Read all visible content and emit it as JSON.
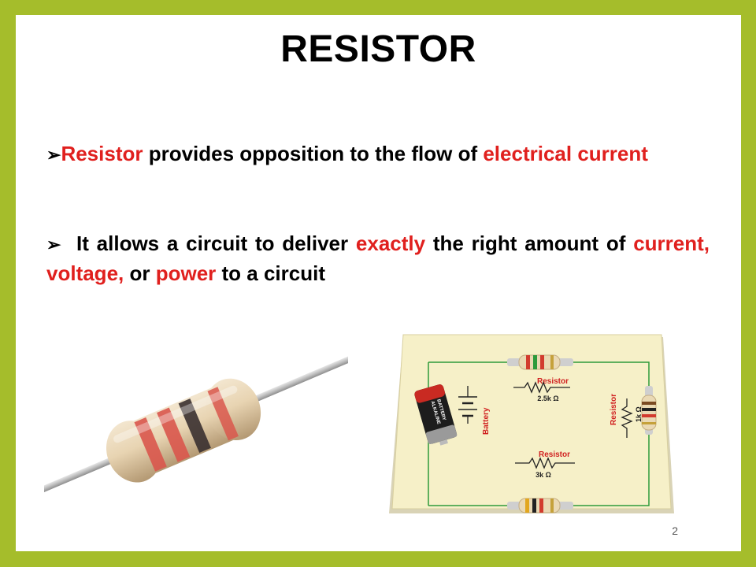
{
  "slide": {
    "title": "RESISTOR",
    "bullet1": {
      "marker": "➢",
      "parts": [
        "Resistor",
        " provides opposition to the flow of ",
        "electrical current"
      ]
    },
    "bullet2": {
      "marker": "➢",
      "parts": [
        "  It allows a circuit to deliver ",
        "exactly",
        " the right amount of ",
        "current, voltage,",
        " or ",
        "power",
        " to a circuit"
      ]
    },
    "page_number": "2"
  },
  "diagram": {
    "top_label": "Resistor",
    "top_value": "2.5k Ω",
    "right_label": "Resistor",
    "right_value": "1k Ω",
    "bottom_label": "Resistor",
    "bottom_value": "3k  Ω",
    "battery_label": "Battery",
    "cell_text1": "ALKALINE",
    "cell_text2": "BATTERY"
  },
  "colors": {
    "frame": "#a5bd2b",
    "highlight": "#e0201e",
    "board": "#f6f0c8",
    "wire": "#2e9a3a"
  }
}
